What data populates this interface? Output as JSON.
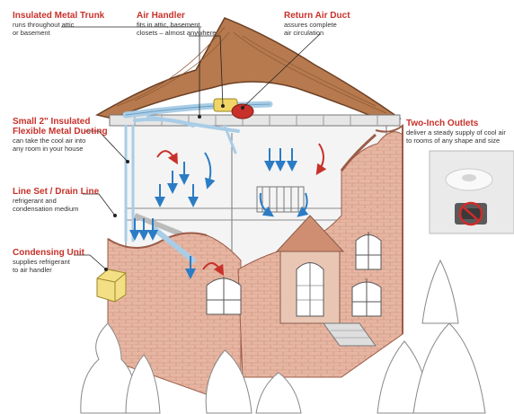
{
  "colors": {
    "accent": "#c8312a",
    "roof": "#b67a4e",
    "brick": "#e7b6a3",
    "cutaway_wall": "#cf8e72",
    "ducting": "#a9cde6",
    "airflow_cool": "#2b7cc4",
    "airflow_warm": "#c8312a",
    "condensing_unit": "#f3df84",
    "trees": "#ffffff"
  },
  "callouts": {
    "trunk": {
      "title": "Insulated Metal Trunk",
      "desc1": "runs throughout attic",
      "desc2": "or basement"
    },
    "handler": {
      "title": "Air Handler",
      "desc1": "fits in attic, basement,",
      "desc2": "closets – almost anywhere"
    },
    "return": {
      "title": "Return Air Duct",
      "desc1": "assures complete",
      "desc2": "air circulation"
    },
    "ducting": {
      "title1": "Small 2\" Insulated",
      "title2": "Flexible Metal Ducting",
      "desc1": "can take the cool air into",
      "desc2": "any room in your house"
    },
    "lineset": {
      "title": "Line Set / Drain Line",
      "desc1": "refrigerant and",
      "desc2": "condensation medium"
    },
    "condensing": {
      "title": "Condensing Unit",
      "desc1": "supplies refrigerant",
      "desc2": "to air handler"
    },
    "outlets": {
      "title": "Two-Inch Outlets",
      "desc1": "deliver a steady supply of cool air",
      "desc2": "to rooms of any shape and size"
    }
  }
}
